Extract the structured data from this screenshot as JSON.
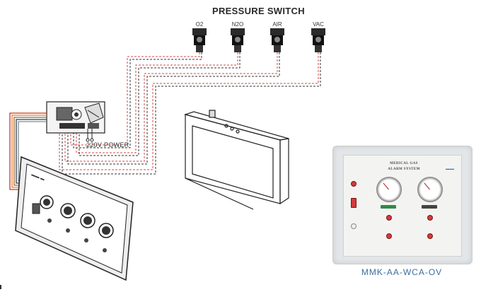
{
  "title": "PRESSURE SWITCH",
  "switches": [
    {
      "label": "O2"
    },
    {
      "label": "N2O"
    },
    {
      "label": "AIR"
    },
    {
      "label": "VAC"
    }
  ],
  "power_label": "220V  POWER",
  "photo": {
    "title_line1": "MEDICAL GAS",
    "title_line2": "ALARM SYSTEM"
  },
  "model": "MMK-AA-WCA-OV",
  "colors": {
    "wire_red": "#d24a4a",
    "wire_dark": "#333333",
    "cable_bundle": [
      "#c0392b",
      "#e67e22",
      "#8e6b3a",
      "#2c3e50",
      "#7f8c8d"
    ],
    "model_text": "#3b6e9e"
  }
}
